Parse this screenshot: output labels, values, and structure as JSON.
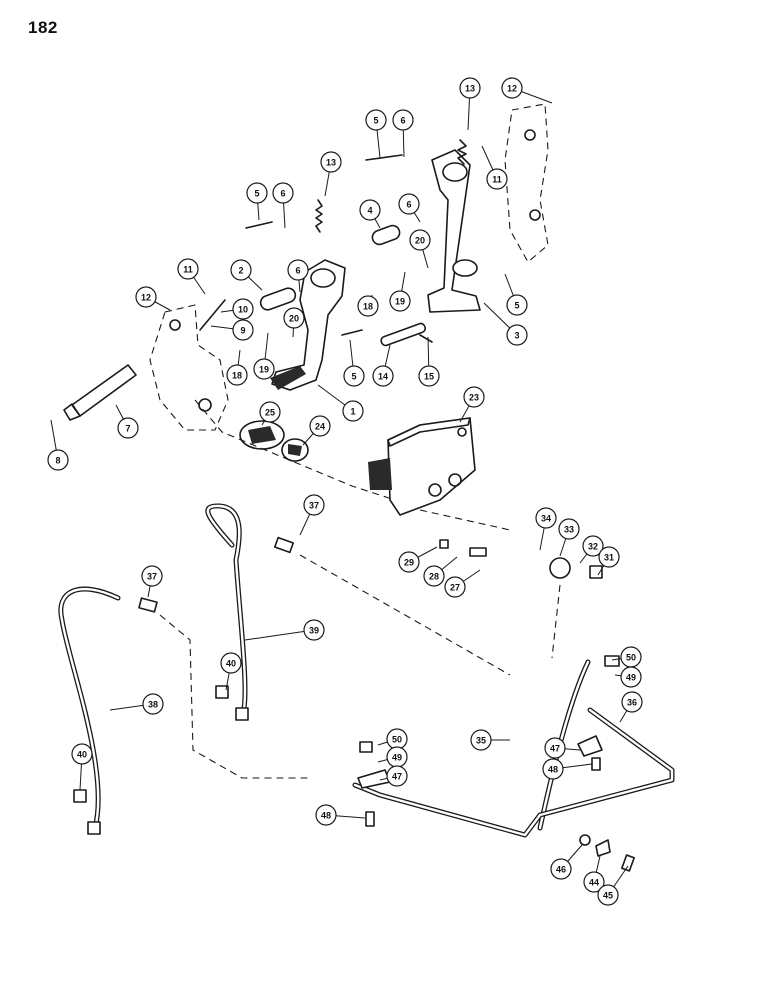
{
  "page": {
    "number": "182"
  },
  "callouts": [
    {
      "id": "c13a",
      "label": "13"
    },
    {
      "id": "c12a",
      "label": "12"
    },
    {
      "id": "c5a",
      "label": "5"
    },
    {
      "id": "c6a",
      "label": "6"
    },
    {
      "id": "c11a",
      "label": "11"
    },
    {
      "id": "c13b",
      "label": "13"
    },
    {
      "id": "c5b",
      "label": "5"
    },
    {
      "id": "c6b",
      "label": "6"
    },
    {
      "id": "c4",
      "label": "4"
    },
    {
      "id": "c6c",
      "label": "6"
    },
    {
      "id": "c20a",
      "label": "20"
    },
    {
      "id": "c11b",
      "label": "11"
    },
    {
      "id": "c2",
      "label": "2"
    },
    {
      "id": "c6d",
      "label": "6"
    },
    {
      "id": "c18a",
      "label": "18"
    },
    {
      "id": "c19a",
      "label": "19"
    },
    {
      "id": "c5c",
      "label": "5"
    },
    {
      "id": "c3",
      "label": "3"
    },
    {
      "id": "c12b",
      "label": "12"
    },
    {
      "id": "c10",
      "label": "10"
    },
    {
      "id": "c9",
      "label": "9"
    },
    {
      "id": "c20b",
      "label": "20"
    },
    {
      "id": "c18b",
      "label": "18"
    },
    {
      "id": "c19b",
      "label": "19"
    },
    {
      "id": "c5d",
      "label": "5"
    },
    {
      "id": "c14",
      "label": "14"
    },
    {
      "id": "c15",
      "label": "15"
    },
    {
      "id": "c1",
      "label": "1"
    },
    {
      "id": "c7",
      "label": "7"
    },
    {
      "id": "c8",
      "label": "8"
    },
    {
      "id": "c25",
      "label": "25"
    },
    {
      "id": "c24",
      "label": "24"
    },
    {
      "id": "c23",
      "label": "23"
    },
    {
      "id": "c37a",
      "label": "37"
    },
    {
      "id": "c34",
      "label": "34"
    },
    {
      "id": "c33",
      "label": "33"
    },
    {
      "id": "c32",
      "label": "32"
    },
    {
      "id": "c31",
      "label": "31"
    },
    {
      "id": "c29",
      "label": "29"
    },
    {
      "id": "c28",
      "label": "28"
    },
    {
      "id": "c27",
      "label": "27"
    },
    {
      "id": "c37b",
      "label": "37"
    },
    {
      "id": "c39",
      "label": "39"
    },
    {
      "id": "c50a",
      "label": "50"
    },
    {
      "id": "c49a",
      "label": "49"
    },
    {
      "id": "c40a",
      "label": "40"
    },
    {
      "id": "c38",
      "label": "38"
    },
    {
      "id": "c36",
      "label": "36"
    },
    {
      "id": "c35",
      "label": "35"
    },
    {
      "id": "c50b",
      "label": "50"
    },
    {
      "id": "c49b",
      "label": "49"
    },
    {
      "id": "c47a",
      "label": "47"
    },
    {
      "id": "c47b",
      "label": "47"
    },
    {
      "id": "c48a",
      "label": "48"
    },
    {
      "id": "c40b",
      "label": "40"
    },
    {
      "id": "c48b",
      "label": "48"
    },
    {
      "id": "c46",
      "label": "46"
    },
    {
      "id": "c44",
      "label": "44"
    },
    {
      "id": "c45",
      "label": "45"
    }
  ]
}
